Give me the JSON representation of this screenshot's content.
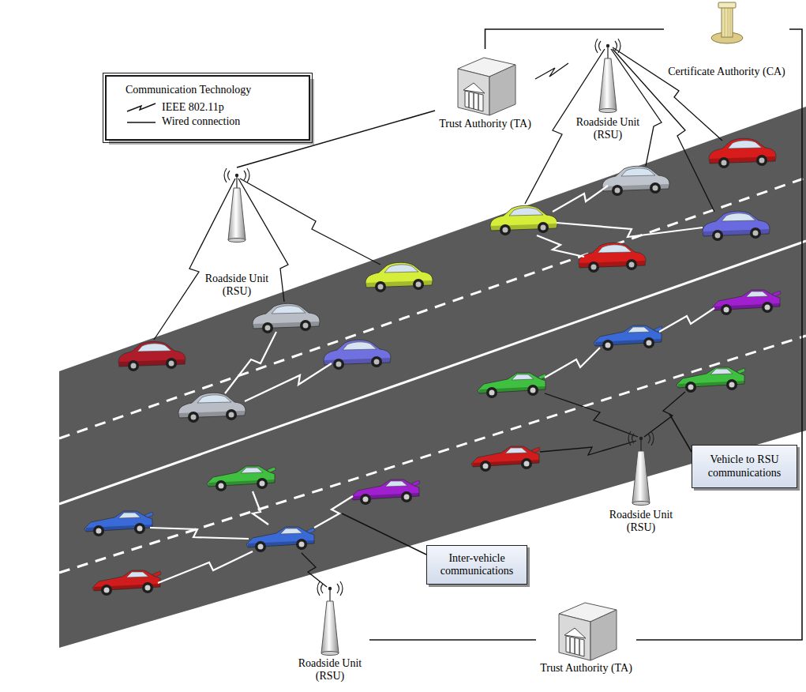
{
  "diagram": {
    "nodes": [
      {
        "text": [
          "Trust Authority (TA)"
        ]
      },
      {
        "text": [
          "Certificate Authority (CA)"
        ]
      },
      {
        "text": [
          "Roadside Unit (RSU)"
        ]
      },
      {
        "text": [
          "Roadside Unit (RSU)"
        ]
      },
      {
        "text": [
          "Roadside Unit (RSU)"
        ]
      },
      {
        "text": [
          "Vehicle to RSU communications"
        ]
      },
      {
        "text": [
          "Inter-vehicle communications"
        ]
      },
      {
        "text": [
          "Roadside Unit (RSU)"
        ]
      },
      {
        "text": [
          "Trust Authority (TA)"
        ]
      }
    ],
    "edges": [
      {
        "from": 0,
        "to": 1,
        "arrow": "none"
      },
      {
        "from": 1,
        "to": 8,
        "arrow": "none"
      },
      {
        "from": 0,
        "to": 3,
        "arrow": "none"
      },
      {
        "from": 2,
        "to": 0,
        "arrow": "none"
      },
      {
        "from": 7,
        "to": 8,
        "arrow": "none"
      }
    ],
    "labels": [
      "Communication Technology"
    ],
    "legend": [
      {
        "text": "IEEE 802.11p"
      },
      {
        "text": "Wired connection"
      }
    ]
  }
}
